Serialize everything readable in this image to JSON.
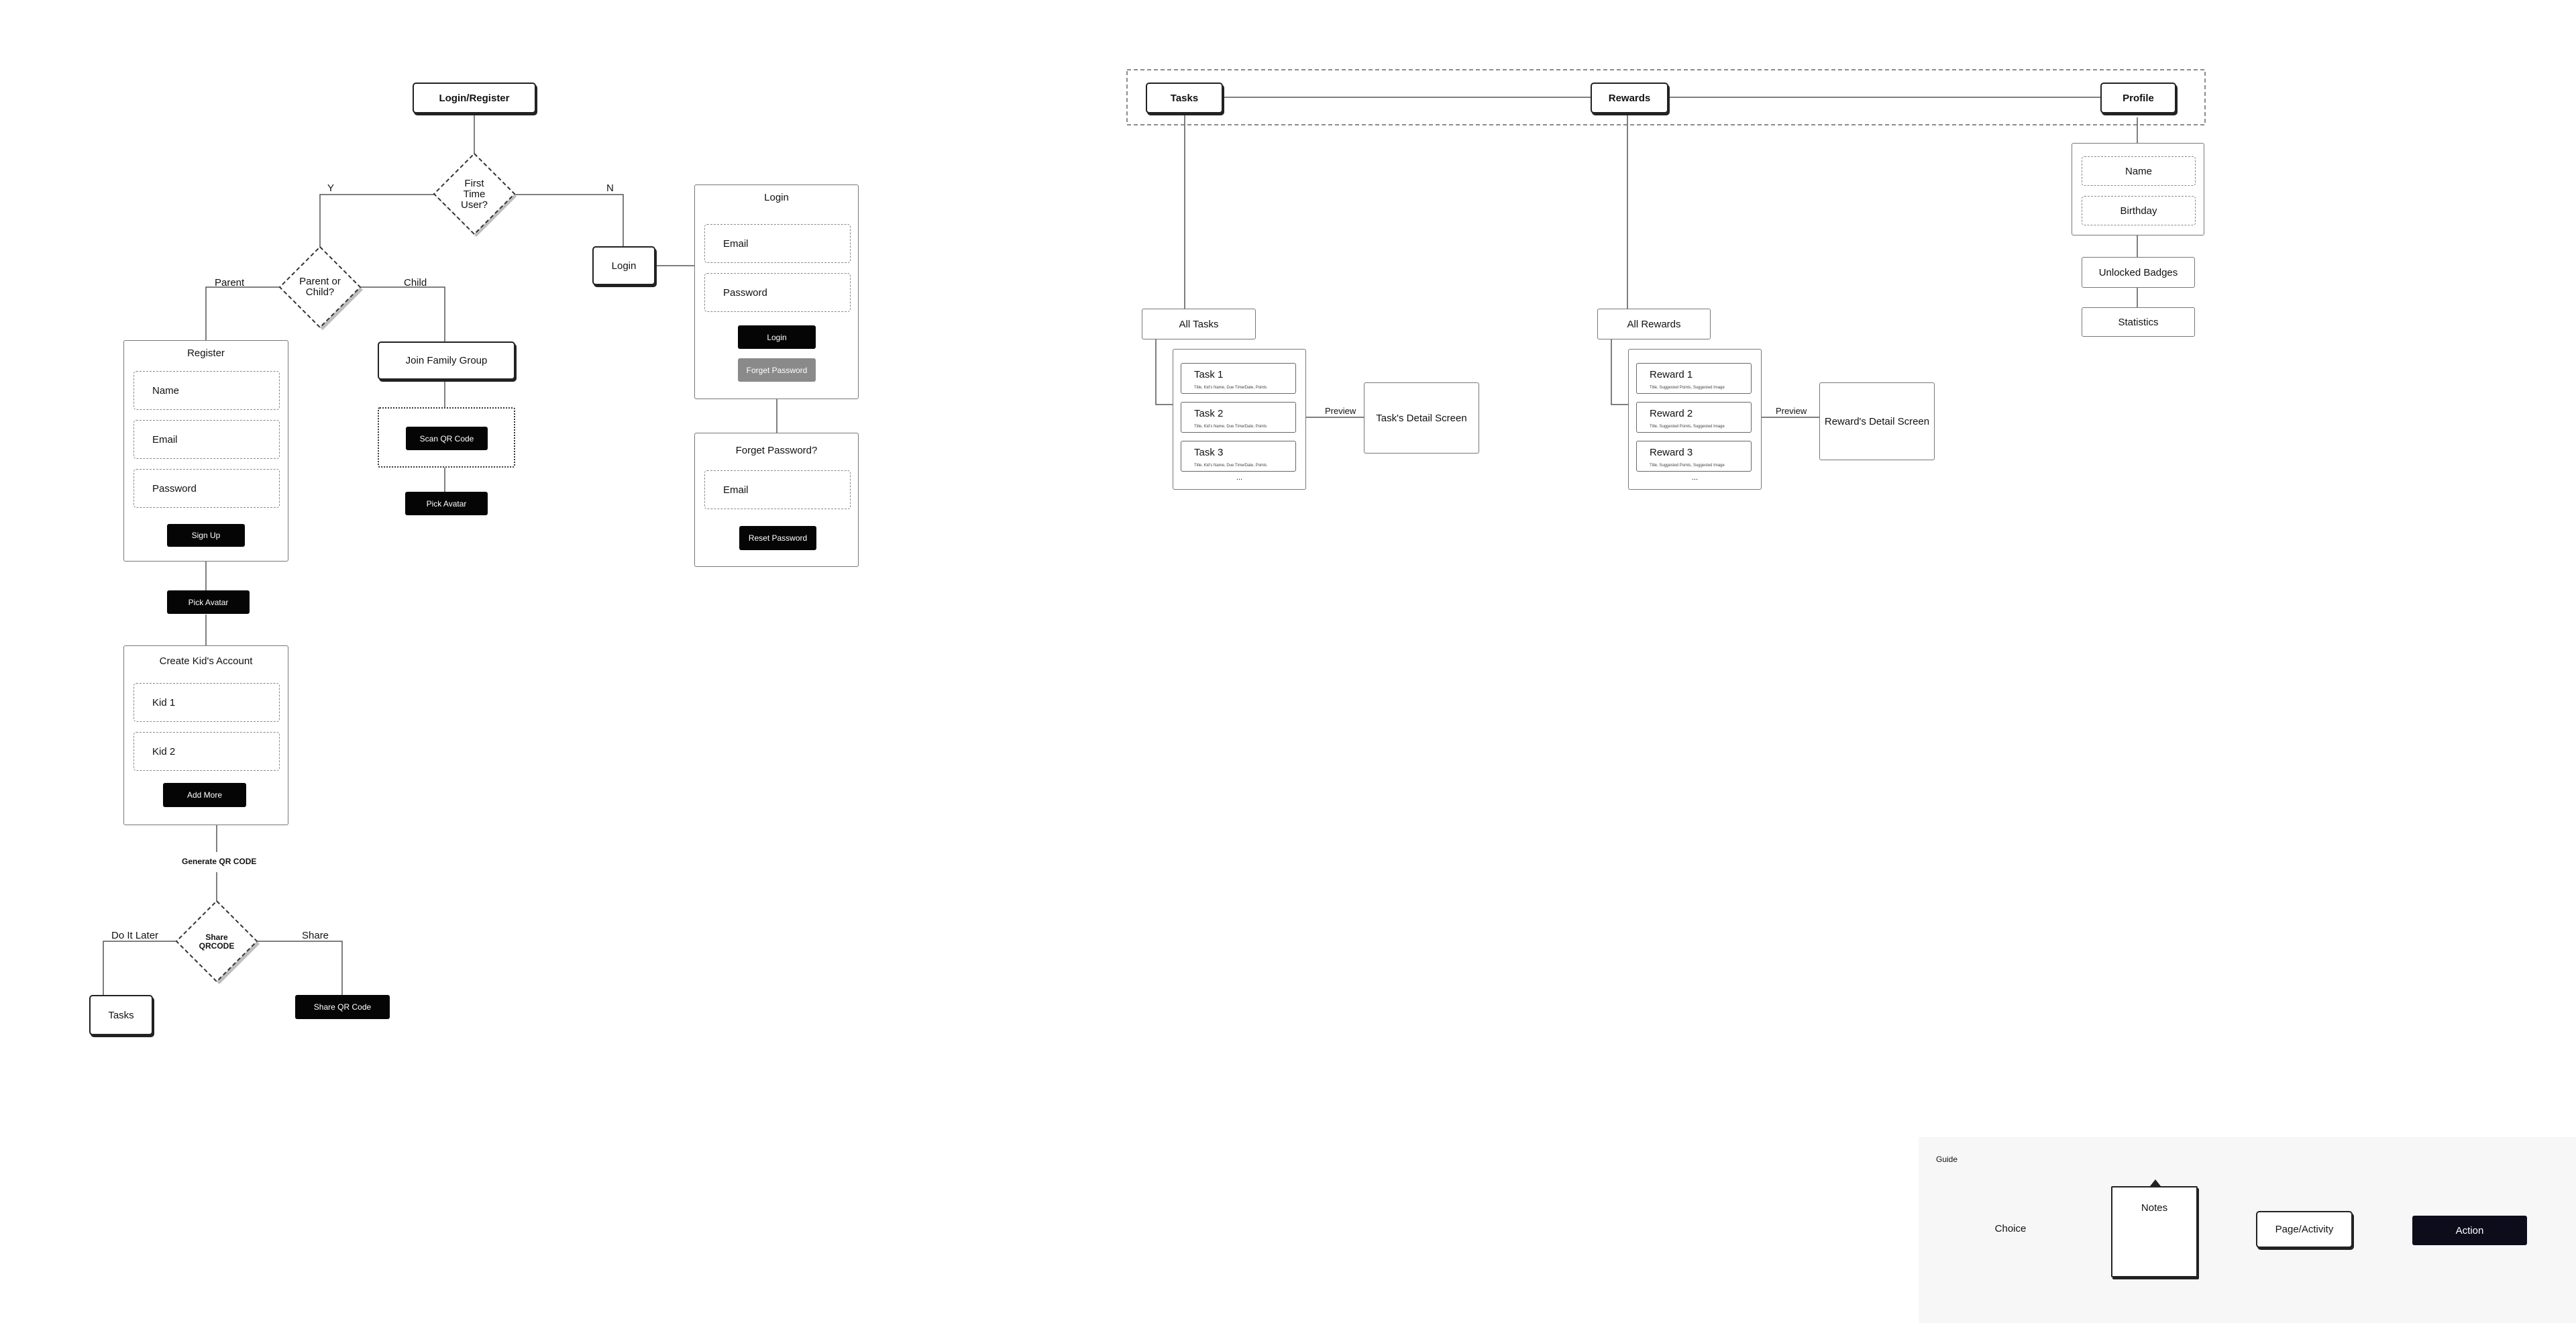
{
  "flow": {
    "login_register": "Login/Register",
    "first_time_user": "First\nTime\nUser?",
    "yes_label": "Y",
    "no_label": "N",
    "parent_or_child": "Parent or\nChild?",
    "parent_label": "Parent",
    "child_label": "Child",
    "register": {
      "title": "Register",
      "fields": [
        "Name",
        "Email",
        "Password"
      ],
      "button": "Sign Up"
    },
    "pick_avatar_parent": "Pick Avatar",
    "join_family_group": "Join Family Group",
    "scan_qr_code": "Scan QR Code",
    "pick_avatar_child": "Pick Avatar",
    "login_node": "Login",
    "login_screen": {
      "title": "Login",
      "fields": [
        "Email",
        "Password"
      ],
      "button": "Login",
      "forget_button": "Forget Password"
    },
    "forget_screen": {
      "title": "Forget Password?",
      "fields": [
        "Email"
      ],
      "button": "Reset Password"
    },
    "create_kids": {
      "title": "Create Kid's Account",
      "fields": [
        "Kid 1",
        "Kid 2"
      ],
      "button": "Add More"
    },
    "generate_qr": "Generate QR CODE",
    "share_qrcode": "Share\nQRCODE",
    "do_it_later": "Do It Later",
    "share_label": "Share",
    "tasks_node": "Tasks",
    "share_qr_button": "Share QR Code"
  },
  "nav": {
    "tasks": "Tasks",
    "rewards": "Rewards",
    "profile": "Profile",
    "all_tasks": "All Tasks",
    "task_items": [
      {
        "title": "Task 1",
        "sub": "Title, Kid’s Name, Due Time/Date, Points"
      },
      {
        "title": "Task 2",
        "sub": "Title, Kid’s Name, Due Time/Date, Points"
      },
      {
        "title": "Task 3",
        "sub": "Title, Kid’s Name, Due Time/Date, Points"
      }
    ],
    "ellipsis": "...",
    "preview": "Preview",
    "task_detail": "Task's Detail Screen",
    "all_rewards": "All Rewards",
    "reward_items": [
      {
        "title": "Reward 1",
        "sub": "Title, Suggested Points, Suggested Image"
      },
      {
        "title": "Reward 2",
        "sub": "Title, Suggested Points, Suggested Image"
      },
      {
        "title": "Reward 3",
        "sub": "Title, Suggested Points, Suggested Image"
      }
    ],
    "reward_detail": "Reward's Detail Screen",
    "profile_fields": [
      "Name",
      "Birthday"
    ],
    "unlocked_badges": "Unlocked Badges",
    "statistics": "Statistics"
  },
  "guide": {
    "title": "Guide",
    "choice": "Choice",
    "notes": "Notes",
    "page_activity": "Page/Activity",
    "action": "Action"
  },
  "colors": {
    "action_fill": "#050505",
    "guide_action_fill": "#0d0c1b",
    "forget_button_fill": "#8a8a8a",
    "guide_bg": "#f7f7f7"
  }
}
